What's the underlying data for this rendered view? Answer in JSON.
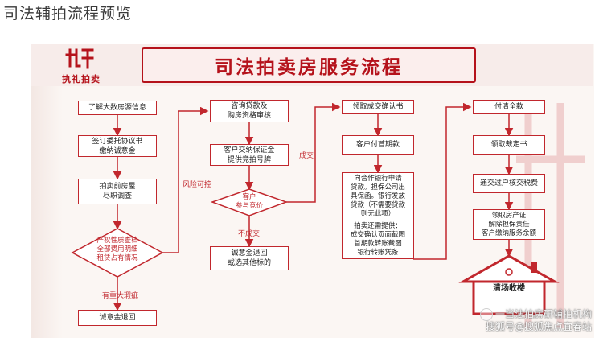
{
  "page_title": "司法辅拍流程预览",
  "header": {
    "main_title": "司法拍卖房服务流程",
    "logo_caption": "执礼拍卖"
  },
  "colors": {
    "accent": "#c1272d",
    "title": "#b5121b",
    "arrow": "#c1272d"
  },
  "flow": {
    "col1": {
      "n1": "了解大数房源信息",
      "n2": [
        "签订委托协议书",
        "缴纳诚意金"
      ],
      "n3": [
        "拍卖前房屋",
        "尽职调查"
      ],
      "decision": [
        "产权性质查档",
        "全部费用明细",
        "租赁占有情况"
      ],
      "n4": "诚意金退回"
    },
    "col2": {
      "n1": [
        "咨询贷款及",
        "购房资格审核"
      ],
      "n2": [
        "客户交纳保证金",
        "提供竞拍号牌"
      ],
      "decision": [
        "客户",
        "参与竞价"
      ],
      "n3": [
        "诚意金退回",
        "或选其他标的"
      ]
    },
    "col3": {
      "n1": "领取成交确认书",
      "n2": "客户付首期款",
      "n3_a": [
        "向合作银行申请",
        "贷款。担保公司出",
        "具保函。银行发放",
        "贷款（不需要贷款",
        "则无此项）"
      ],
      "n3_b": [
        "拍卖还需提供：",
        "成交确认页面截图",
        "首期款转账截图",
        "银行转账凭条"
      ]
    },
    "col4": {
      "n1": "付清全款",
      "n2": "领取裁定书",
      "n3": "递交过户核交税费",
      "n4": [
        "领取房产证",
        "解除担保责任",
        "客户缴纳服务余额"
      ],
      "house": "清场收楼"
    },
    "labels": {
      "risk_ok": "风险可控",
      "deal": "成交",
      "no_deal": "不成交",
      "major_flaw": "有重大瑕疵"
    }
  },
  "watermark": {
    "line1": "一当法拍房研辅拍机构",
    "line2": "搜狐号@搜狐焦点宜春站"
  }
}
